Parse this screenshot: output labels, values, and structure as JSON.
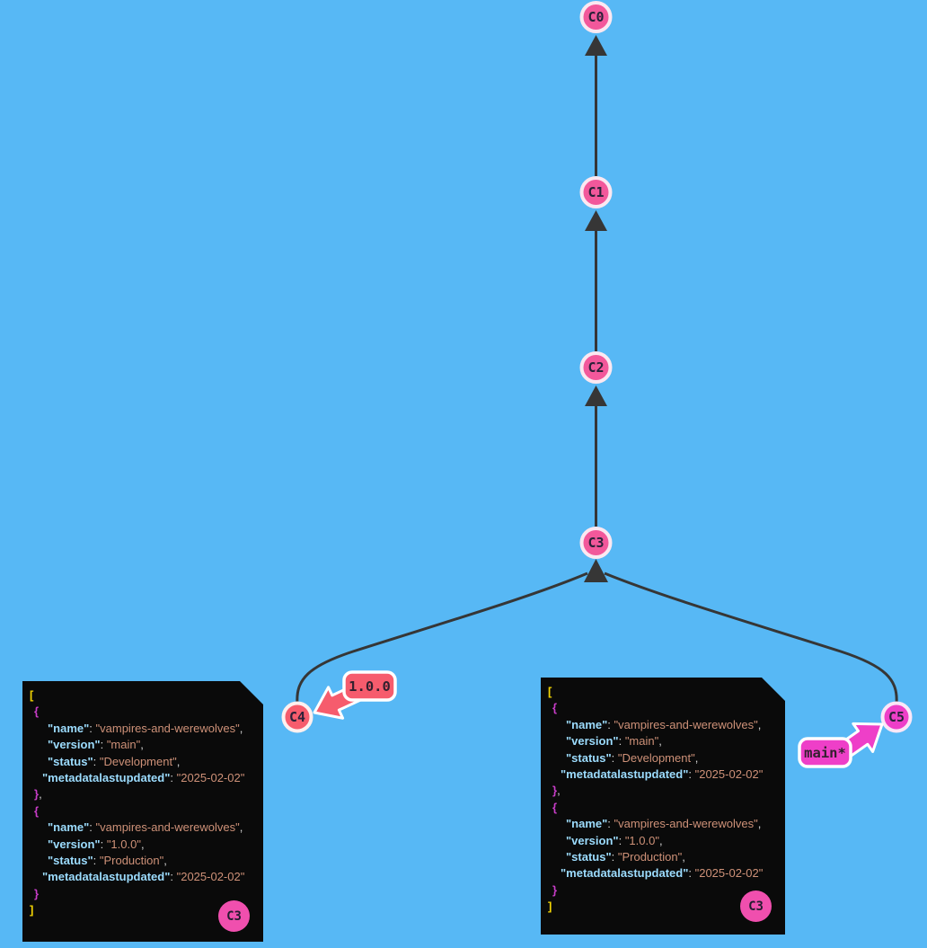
{
  "colors": {
    "background": "#57b8f5",
    "edge": "#363636",
    "trunk_commit_fill": "#f2589b",
    "trunk_commit_stroke": "#fbe8f1",
    "branch1_fill": "#f65c6d",
    "branch1_stroke": "#fff0ef",
    "branch2_fill": "#ee3fc8",
    "branch2_stroke": "#fbe7f7",
    "note_background": "#0a0a0a",
    "badge_fill": "#f04fae",
    "json_key": "#9cdcfe",
    "json_string": "#ce9178",
    "json_brace": "#c83dc8",
    "json_bracket": "#f3d403"
  },
  "graph": {
    "commits": [
      {
        "label": "C0"
      },
      {
        "label": "C1"
      },
      {
        "label": "C2"
      },
      {
        "label": "C3"
      },
      {
        "label": "C4"
      },
      {
        "label": "C5"
      }
    ],
    "tag": {
      "label": "1.0.0"
    },
    "branch_label": {
      "label": "main*"
    }
  },
  "panels": {
    "badge_label": "C3",
    "lines": [
      {
        "indent": 8,
        "tokens": [
          {
            "t": "[",
            "c": "bracket"
          }
        ]
      },
      {
        "indent": 13,
        "tokens": [
          {
            "t": "{",
            "c": "brace"
          }
        ]
      },
      {
        "indent": 28,
        "tokens": [
          {
            "t": "\"name\"",
            "c": "key"
          },
          {
            "t": ": ",
            "c": "punct"
          },
          {
            "t": "\"vampires-and-werewolves\"",
            "c": "str"
          },
          {
            "t": ",",
            "c": "punct"
          }
        ]
      },
      {
        "indent": 28,
        "tokens": [
          {
            "t": "\"version\"",
            "c": "key"
          },
          {
            "t": ": ",
            "c": "punct"
          },
          {
            "t": "\"main\"",
            "c": "str"
          },
          {
            "t": ",",
            "c": "punct"
          }
        ]
      },
      {
        "indent": 28,
        "tokens": [
          {
            "t": "\"status\"",
            "c": "key"
          },
          {
            "t": ": ",
            "c": "punct"
          },
          {
            "t": "\"Development\"",
            "c": "str"
          },
          {
            "t": ",",
            "c": "punct"
          }
        ]
      },
      {
        "indent": 22,
        "tokens": [
          {
            "t": "\"metadatalastupdated\"",
            "c": "key"
          },
          {
            "t": ": ",
            "c": "punct"
          },
          {
            "t": "\"2025-02-02\"",
            "c": "str"
          }
        ]
      },
      {
        "indent": 13,
        "tokens": [
          {
            "t": "}",
            "c": "brace"
          },
          {
            "t": ",",
            "c": "punct"
          }
        ]
      },
      {
        "indent": 13,
        "tokens": [
          {
            "t": "{",
            "c": "brace"
          }
        ]
      },
      {
        "indent": 28,
        "tokens": [
          {
            "t": "\"name\"",
            "c": "key"
          },
          {
            "t": ": ",
            "c": "punct"
          },
          {
            "t": "\"vampires-and-werewolves\"",
            "c": "str"
          },
          {
            "t": ",",
            "c": "punct"
          }
        ]
      },
      {
        "indent": 28,
        "tokens": [
          {
            "t": "\"version\"",
            "c": "key"
          },
          {
            "t": ": ",
            "c": "punct"
          },
          {
            "t": "\"1.0.0\"",
            "c": "str"
          },
          {
            "t": ",",
            "c": "punct"
          }
        ]
      },
      {
        "indent": 28,
        "tokens": [
          {
            "t": "\"status\"",
            "c": "key"
          },
          {
            "t": ": ",
            "c": "punct"
          },
          {
            "t": "\"Production\"",
            "c": "str"
          },
          {
            "t": ",",
            "c": "punct"
          }
        ]
      },
      {
        "indent": 22,
        "tokens": [
          {
            "t": "\"metadatalastupdated\"",
            "c": "key"
          },
          {
            "t": ": ",
            "c": "punct"
          },
          {
            "t": "\"2025-02-02\"",
            "c": "str"
          }
        ]
      },
      {
        "indent": 13,
        "tokens": [
          {
            "t": "}",
            "c": "brace"
          }
        ]
      },
      {
        "indent": 8,
        "tokens": [
          {
            "t": "]",
            "c": "bracket"
          }
        ]
      }
    ]
  }
}
